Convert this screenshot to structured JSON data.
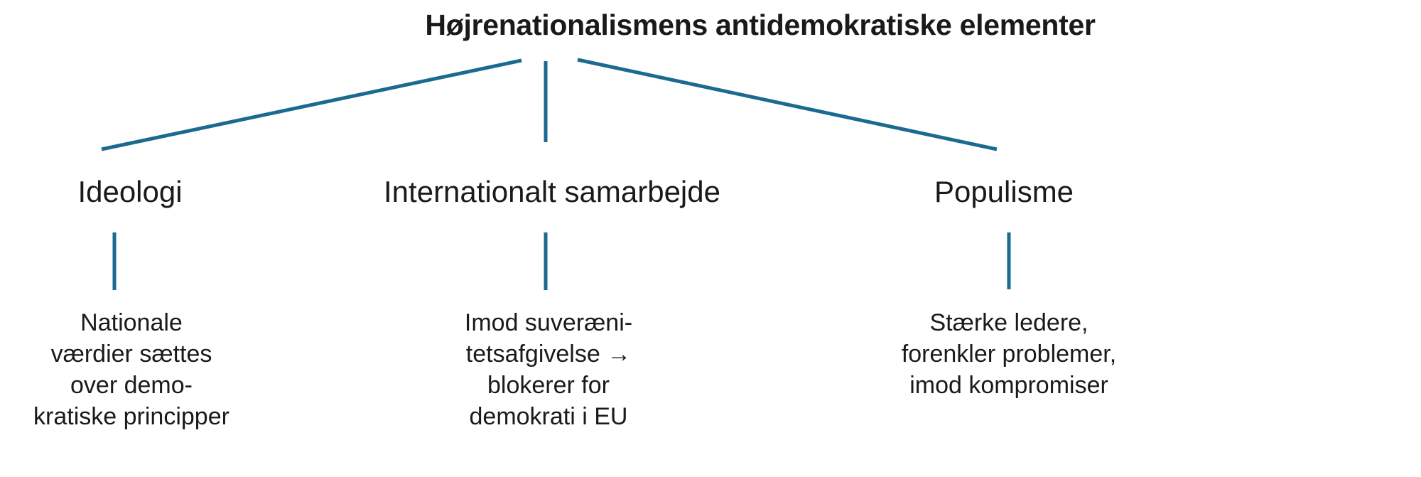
{
  "diagram": {
    "title": "Højrenationalismens antidemokratiske elementer",
    "line_color": "#1b6a8f",
    "text_color": "#1a1a1a",
    "branches": [
      {
        "label": "Ideologi",
        "description_lines": [
          "Nationale",
          "værdier sættes",
          "over demo-",
          "kratiske principper"
        ]
      },
      {
        "label": "Internationalt samarbejde",
        "description_lines": [
          "Imod suveræni-",
          "tetsafgivelse →",
          "blokerer for",
          "demokrati i EU"
        ]
      },
      {
        "label": "Populisme",
        "description_lines": [
          "Stærke ledere,",
          "forenkler problemer,",
          "imod kompromiser"
        ]
      }
    ]
  }
}
